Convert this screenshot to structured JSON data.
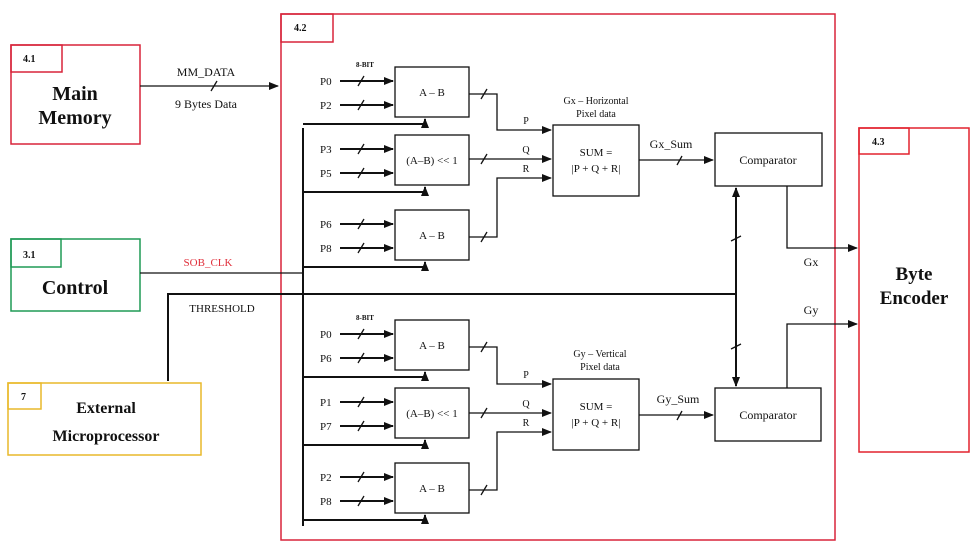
{
  "external_blocks": {
    "main_memory": {
      "id": "4.1",
      "title_line1": "Main",
      "title_line2": "Memory",
      "color": "#d8243a"
    },
    "control": {
      "id": "3.1",
      "title": "Control",
      "color": "#1f9a55"
    },
    "external_microprocessor": {
      "id": "7",
      "title_line1": "External",
      "title_line2": "Microprocessor",
      "color": "#e9b92a"
    },
    "byte_encoder": {
      "id": "4.3",
      "title_line1": "Byte",
      "title_line2": "Encoder",
      "color": "#e2222e"
    }
  },
  "sobel_block": {
    "id": "4.2",
    "color": "#d8243a"
  },
  "signals": {
    "mm_data": "MM_DATA",
    "mm_data_desc": "9 Bytes Data",
    "sob_clk": "SOB_CLK",
    "sob_clk_color": "#e0303c",
    "threshold": "THRESHOLD",
    "gx": "Gx",
    "gy": "Gy"
  },
  "gx_path": {
    "bit_label": "8-BIT",
    "units": [
      {
        "inputs": [
          "P0",
          "P2"
        ],
        "op": "A – B",
        "output": "P"
      },
      {
        "inputs": [
          "P3",
          "P5"
        ],
        "op": "(A–B) << 1",
        "output": "Q"
      },
      {
        "inputs": [
          "P6",
          "P8"
        ],
        "op": "A – B",
        "output": "R"
      }
    ],
    "sum_caption_line1": "Gx – Horizontal",
    "sum_caption_line2": "Pixel data",
    "sum_line1": "SUM =",
    "sum_line2": "|P + Q + R|",
    "sum_out": "Gx_Sum",
    "comparator": "Comparator"
  },
  "gy_path": {
    "bit_label": "8-BIT",
    "units": [
      {
        "inputs": [
          "P0",
          "P6"
        ],
        "op": "A – B",
        "output": "P"
      },
      {
        "inputs": [
          "P1",
          "P7"
        ],
        "op": "(A–B) << 1",
        "output": "Q"
      },
      {
        "inputs": [
          "P2",
          "P8"
        ],
        "op": "A – B",
        "output": "R"
      }
    ],
    "sum_caption_line1": "Gy – Vertical",
    "sum_caption_line2": "Pixel data",
    "sum_line1": "SUM =",
    "sum_line2": "|P + Q + R|",
    "sum_out": "Gy_Sum",
    "comparator": "Comparator"
  }
}
